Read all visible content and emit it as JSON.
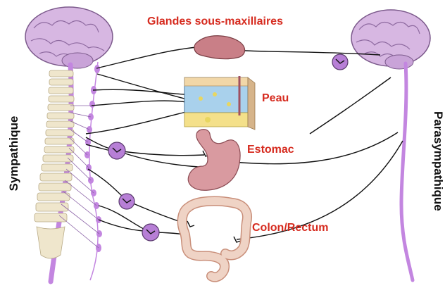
{
  "labels": {
    "sympathetic": "Sympathique",
    "parasympathetic": "Parasympathique",
    "organs": {
      "glands": "Glandes sous-maxillaires",
      "skin": "Peau",
      "stomach": "Estomac",
      "colon": "Colon/Rectum"
    }
  },
  "colors": {
    "label_red": "#d62b1f",
    "brain_purple": "#c9a3d8",
    "spinal_cord_purple": "#c386e0",
    "ganglion_purple": "#b77fd6",
    "nerve_black": "#111111",
    "vertebra_cream": "#efe6cc",
    "stomach_pink": "#d99aa0",
    "gland_pink": "#c97f87",
    "colon_beige": "#efd3c5"
  },
  "icons": [
    "brain-icon",
    "spine-icon",
    "ganglion-icon",
    "synapse-icon",
    "salivary-gland-icon",
    "skin-section-icon",
    "stomach-icon",
    "colon-icon"
  ]
}
